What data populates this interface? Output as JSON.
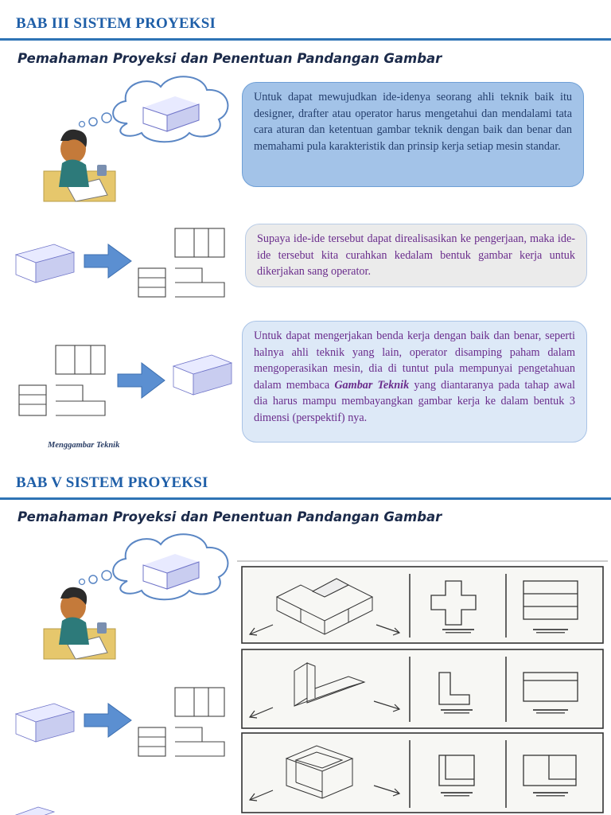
{
  "section1": {
    "title": "BAB III SISTEM PROYEKSI",
    "subtitle": "Pemahaman  Proyeksi dan  Penentuan Pandangan Gambar",
    "box1": "Untuk dapat mewujudkan ide-idenya seorang ahli teknik baik itu designer, drafter atau operator harus mengetahui dan mendalami tata cara aturan dan ketentuan gambar teknik dengan baik dan benar dan memahami pula karakteristik dan prinsip kerja setiap mesin standar.",
    "box2": "Supaya ide-ide tersebut dapat direalisasikan ke pengerjaan, maka ide-ide tersebut kita curahkan kedalam bentuk gambar kerja untuk dikerjakan sang operator.",
    "box3_before": "Untuk dapat mengerjakan benda kerja dengan baik dan benar, seperti halnya ahli teknik yang lain, operator disamping paham dalam mengoperasikan mesin, dia di tuntut pula mempunyai pengetahuan dalam membaca ",
    "box3_bold": "Gambar Teknik",
    "box3_after": " yang diantaranya pada tahap awal dia harus mampu membayangkan gambar kerja ke dalam bentuk 3 dimensi (perspektif) nya.",
    "caption": "Menggambar Teknik"
  },
  "section2": {
    "title": "BAB V SISTEM PROYEKSI",
    "subtitle": "Pemahaman  Proyeksi dan  Penentuan Pandangan Gambar"
  },
  "colors": {
    "title": "#1f5fa8",
    "rule": "#2e74b5",
    "arrow": "#5b8fd1",
    "block": "#c9cdf0"
  }
}
